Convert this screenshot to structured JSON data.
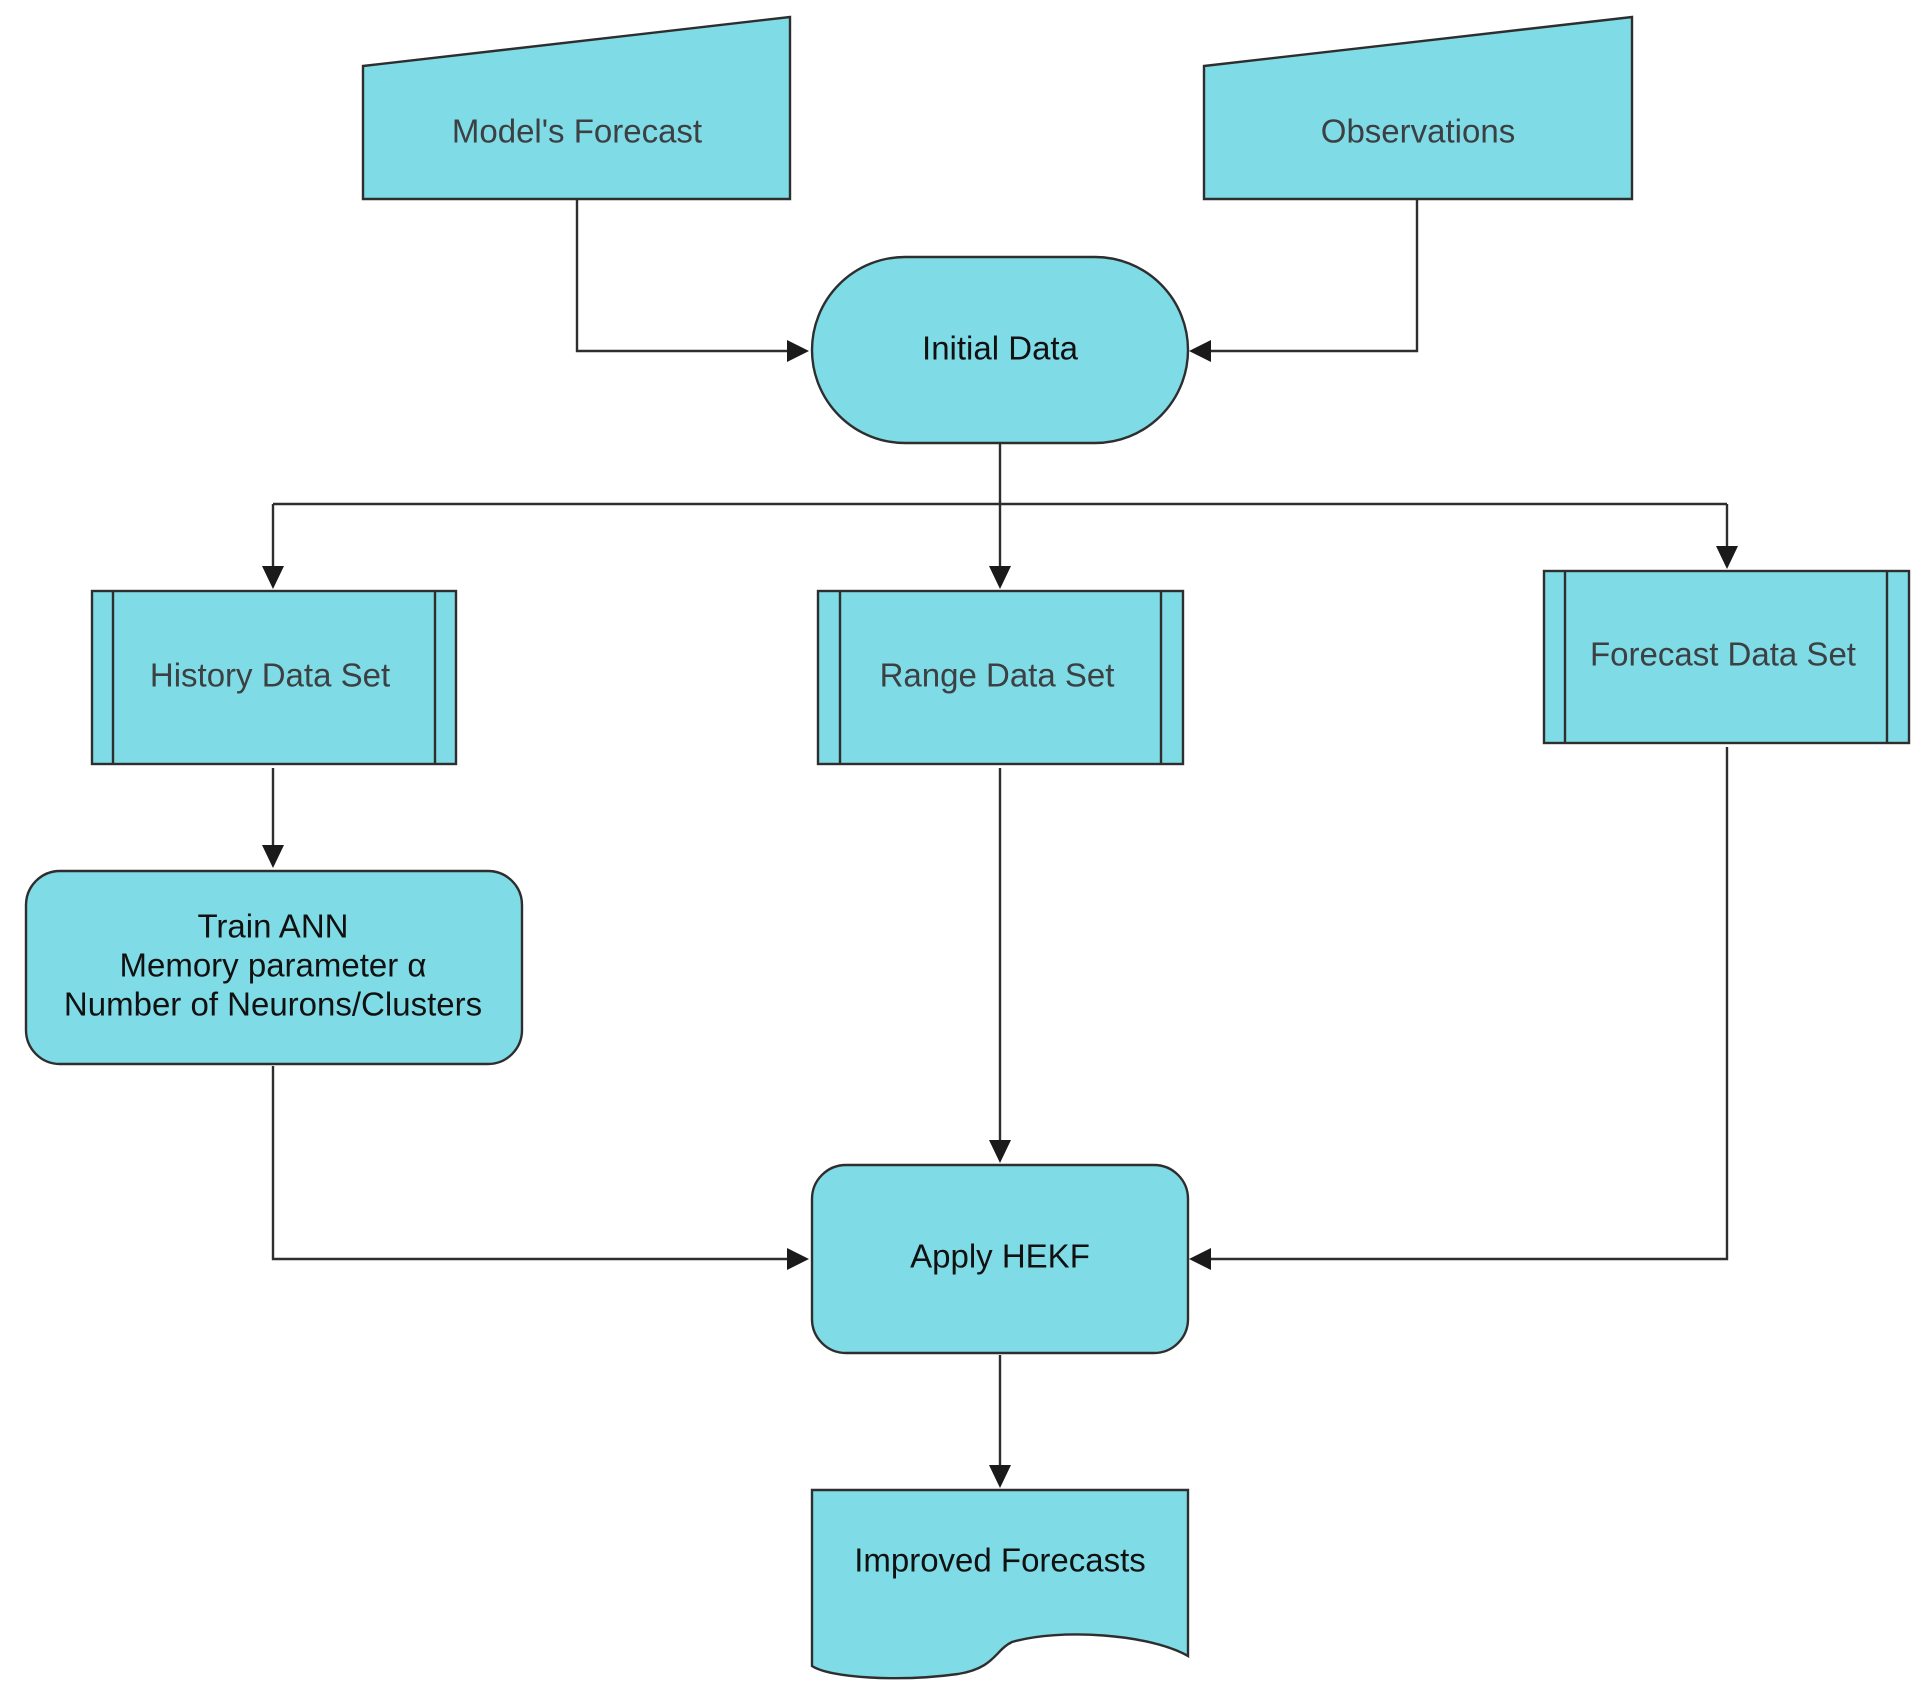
{
  "nodes": {
    "models_forecast": {
      "label": "Model's Forecast"
    },
    "observations": {
      "label": "Observations"
    },
    "initial_data": {
      "label": "Initial Data"
    },
    "history_data_set": {
      "label": "History Data Set"
    },
    "range_data_set": {
      "label": "Range Data Set"
    },
    "forecast_data_set": {
      "label": "Forecast Data Set"
    },
    "train_ann": {
      "line1": "Train ANN",
      "line2": "Memory parameter α",
      "line3": "Number of Neurons/Clusters"
    },
    "apply_hekf": {
      "label": "Apply HEKF"
    },
    "improved_forecasts": {
      "label": "Improved Forecasts"
    }
  },
  "colors": {
    "node_fill": "#7fdbe5",
    "stroke": "#2e2e2e"
  }
}
